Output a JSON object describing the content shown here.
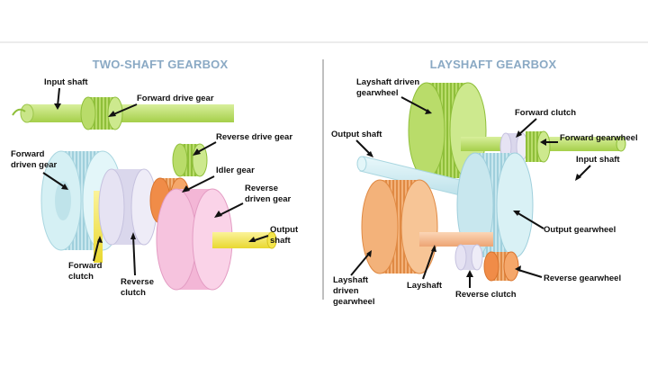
{
  "diagrams": {
    "two_shaft": {
      "title": "TWO-SHAFT GEARBOX",
      "labels": {
        "input_shaft": "Input shaft",
        "forward_drive_gear": "Forward drive gear",
        "reverse_drive_gear": "Reverse drive gear",
        "forward_driven_gear_1": "Forward",
        "forward_driven_gear_2": "driven gear",
        "idler_gear": "Idler gear",
        "reverse_driven_gear_1": "Reverse",
        "reverse_driven_gear_2": "driven gear",
        "output_shaft_1": "Output",
        "output_shaft_2": "shaft",
        "forward_clutch_1": "Forward",
        "forward_clutch_2": "clutch",
        "reverse_clutch_1": "Reverse",
        "reverse_clutch_2": "clutch"
      }
    },
    "layshaft": {
      "title": "LAYSHAFT GEARBOX",
      "labels": {
        "layshaft_driven_gearwheel_top_1": "Layshaft driven",
        "layshaft_driven_gearwheel_top_2": "gearwheel",
        "forward_clutch": "Forward clutch",
        "output_shaft": "Output shaft",
        "forward_gearwheel": "Forward gearwheel",
        "input_shaft": "Input shaft",
        "output_gearwheel": "Output gearwheel",
        "reverse_gearwheel": "Reverse gearwheel",
        "layshaft_driven_gearwheel_bottom_1": "Layshaft",
        "layshaft_driven_gearwheel_bottom_2": "driven",
        "layshaft_driven_gearwheel_bottom_3": "gearwheel",
        "layshaft": "Layshaft",
        "reverse_clutch": "Reverse clutch"
      }
    }
  },
  "colors": {
    "title": "#8aa9c4",
    "green_gear": "#b9dc6a",
    "light_blue": "#cfeef2",
    "lavender": "#dcd9ee",
    "pink": "#f6bfdc",
    "orange": "#f0a05c",
    "yellow": "#f7ec5a",
    "peach": "#f7b98a"
  }
}
